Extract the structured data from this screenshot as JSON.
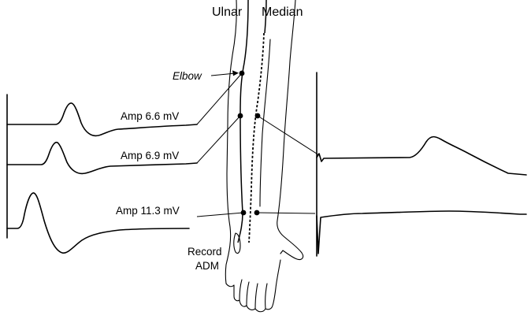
{
  "nerves": {
    "ulnar": "Ulnar",
    "median": "Median"
  },
  "sites": {
    "elbow": "Elbow",
    "record_line1": "Record",
    "record_line2": "ADM"
  },
  "amplitudes": {
    "elbow": "Amp 6.6 mV",
    "below_elbow": "Amp 6.9 mV",
    "wrist": "Amp 11.3 mV"
  }
}
